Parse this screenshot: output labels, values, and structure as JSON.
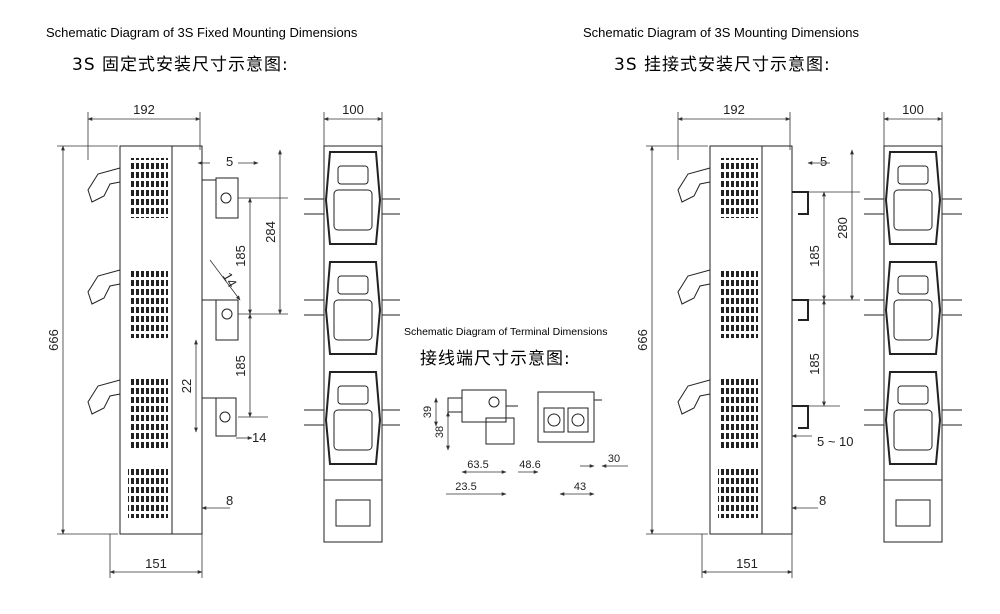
{
  "titles": {
    "fixed_en": "Schematic Diagram of 3S Fixed Mounting Dimensions",
    "fixed_cn": "3S 固定式安装尺寸示意图:",
    "hanging_en": "Schematic Diagram of 3S Mounting Dimensions",
    "hanging_cn": "3S 挂接式安装尺寸示意图:",
    "terminal_en": "Schematic Diagram of Terminal Dimensions",
    "terminal_cn": "接线端尺寸示意图:"
  },
  "dims": {
    "fixed": {
      "width_top": "192",
      "width_bottom": "151",
      "height": "666",
      "offset_top": "5",
      "pitch_total": "284",
      "pitch_1": "185",
      "pitch_2": "185",
      "hole_dia": "14",
      "gap": "22",
      "offset_side": "14",
      "offset_bottom": "8"
    },
    "front_width_left": "100",
    "terminal": {
      "h1": "39",
      "h2": "38",
      "w1": "63.5",
      "w2": "23.5",
      "w3": "48.6",
      "w4": "43",
      "w5": "30"
    },
    "hanging": {
      "width_top": "192",
      "width_bottom": "151",
      "height": "666",
      "offset_top": "5",
      "pitch_total": "280",
      "pitch_1": "185",
      "pitch_2": "185",
      "range": "5 ~ 10",
      "offset_bottom": "8"
    },
    "front_width_right": "100"
  },
  "colors": {
    "line": "#222222",
    "dim": "#333333",
    "background": "#ffffff"
  }
}
